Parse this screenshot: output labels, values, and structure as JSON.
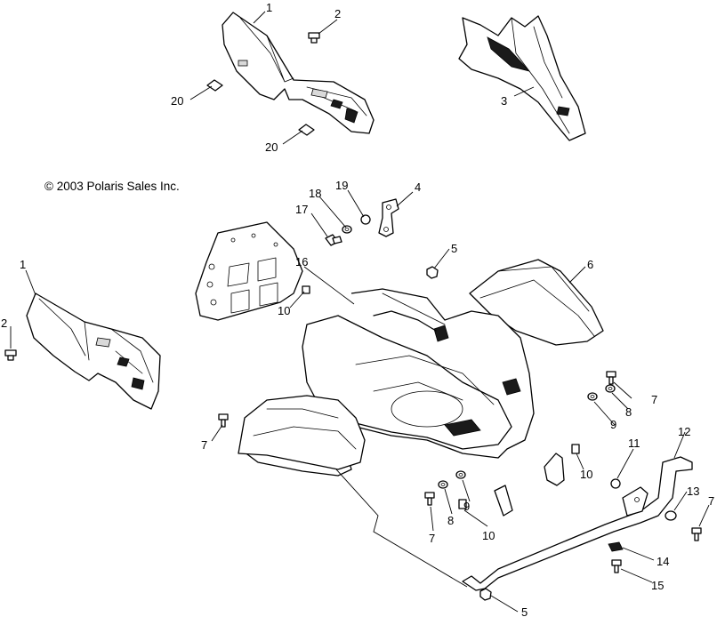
{
  "copyright": "© 2003 Polaris Sales Inc.",
  "callouts": [
    {
      "id": "c1a",
      "label": "1"
    },
    {
      "id": "c2a",
      "label": "2"
    },
    {
      "id": "c3",
      "label": "3"
    },
    {
      "id": "c20a",
      "label": "20"
    },
    {
      "id": "c20b",
      "label": "20"
    },
    {
      "id": "c4",
      "label": "4"
    },
    {
      "id": "c19",
      "label": "19"
    },
    {
      "id": "c18",
      "label": "18"
    },
    {
      "id": "c17",
      "label": "17"
    },
    {
      "id": "c16",
      "label": "16"
    },
    {
      "id": "c10a",
      "label": "10"
    },
    {
      "id": "c5a",
      "label": "5"
    },
    {
      "id": "c6",
      "label": "6"
    },
    {
      "id": "c1b",
      "label": "1"
    },
    {
      "id": "c2b",
      "label": "2"
    },
    {
      "id": "c7a",
      "label": "7"
    },
    {
      "id": "c8a",
      "label": "8"
    },
    {
      "id": "c9a",
      "label": "9"
    },
    {
      "id": "c7b",
      "label": "7"
    },
    {
      "id": "c11",
      "label": "11"
    },
    {
      "id": "c10b",
      "label": "10"
    },
    {
      "id": "c12",
      "label": "12"
    },
    {
      "id": "c13",
      "label": "13"
    },
    {
      "id": "c7c",
      "label": "7"
    },
    {
      "id": "c14",
      "label": "14"
    },
    {
      "id": "c15",
      "label": "15"
    },
    {
      "id": "c5b",
      "label": "5"
    },
    {
      "id": "c7d",
      "label": "7"
    },
    {
      "id": "c8b",
      "label": "8"
    },
    {
      "id": "c9b",
      "label": "9"
    },
    {
      "id": "c10c",
      "label": "10"
    }
  ]
}
